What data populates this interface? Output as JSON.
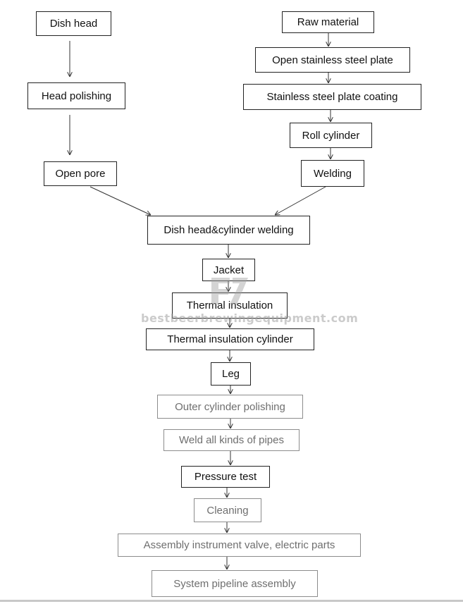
{
  "flow": {
    "dish_head": "Dish head",
    "head_polishing": "Head polishing",
    "open_pore": "Open pore",
    "raw_material": "Raw material",
    "open_plate": "Open stainless steel plate",
    "plate_coating": "Stainless steel plate coating",
    "roll_cylinder": "Roll cylinder",
    "welding": "Welding",
    "head_cyl_welding": "Dish head&cylinder welding",
    "jacket": "Jacket",
    "thermal_insulation": "Thermal insulation",
    "thermal_insulation_cyl": "Thermal insulation cylinder",
    "leg": "Leg",
    "outer_polishing": "Outer cylinder polishing",
    "weld_pipes": "Weld all kinds of pipes",
    "pressure_test": "Pressure test",
    "cleaning": "Cleaning",
    "assembly_instrument": "Assembly instrument valve, electric parts",
    "system_pipeline": "System pipeline assembly"
  },
  "watermark": {
    "text": "bestbeerbrewingequipment.com"
  },
  "colors": {
    "border_dark": "#222222",
    "border_light": "#8c8c8c",
    "text_light": "#6f6f6f",
    "watermark": "#a0a0a0"
  }
}
